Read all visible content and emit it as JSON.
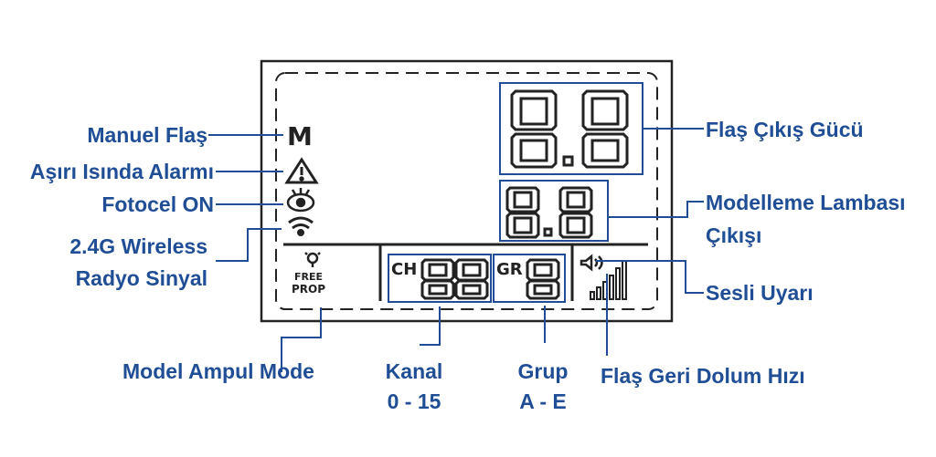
{
  "labels": {
    "manuel_flas": "Manuel Flaş",
    "asiri_isinda_alarmi": "Aşırı Isında Alarmı",
    "fotocel_on": "Fotocel ON",
    "wireless_line1": "2.4G Wireless",
    "wireless_line2": "Radyo Sinyal",
    "model_ampul_mode": "Model Ampul Mode",
    "kanal_line1": "Kanal",
    "kanal_line2": "0 - 15",
    "grup_line1": "Grup",
    "grup_line2": "A - E",
    "flas_geri_dolum_hizi": "Flaş Geri Dolum Hızı",
    "sesli_uyari": "Sesli Uyarı",
    "modelleme_line1": "Modelleme Lambası",
    "modelleme_line2": "Çıkışı",
    "flas_cikis_gucu": "Flaş Çıkış Gücü"
  },
  "lcd": {
    "manual_mark": "M",
    "free_text": "FREE",
    "prop_text": "PROP",
    "ch_text": "CH",
    "gr_text": "GR"
  },
  "colors": {
    "label": "#1f4e96",
    "leader": "#1f4e96",
    "lcd_line": "#222222"
  },
  "icons": [
    "warning-triangle-icon",
    "photocell-eye-icon",
    "wireless-signal-icon",
    "modeling-lamp-icon",
    "speaker-icon",
    "signal-bars-icon"
  ]
}
